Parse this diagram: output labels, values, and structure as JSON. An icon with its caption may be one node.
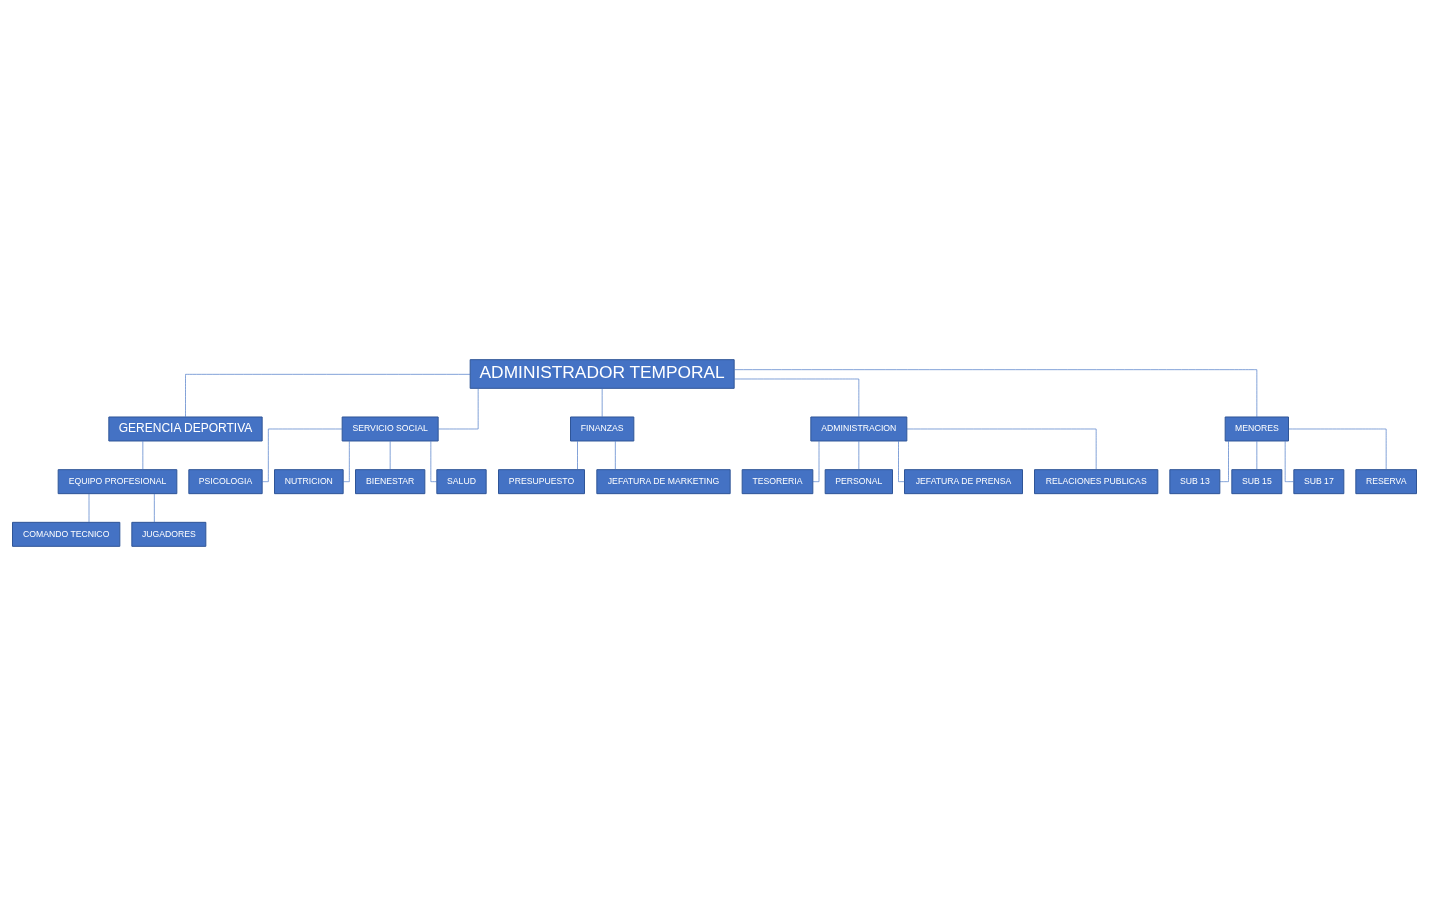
{
  "diagram": {
    "nodes": [
      {
        "text": [
          "ADMINISTRADOR TEMPORAL"
        ]
      },
      {
        "text": [
          "GERENCIA DEPORTIVA"
        ]
      },
      {
        "text": [
          "SERVICIO SOCIAL"
        ]
      },
      {
        "text": [
          "FINANZAS"
        ]
      },
      {
        "text": [
          "ADMINISTRACION"
        ]
      },
      {
        "text": [
          "MENORES"
        ]
      },
      {
        "text": [
          "EQUIPO PROFESIONAL"
        ]
      },
      {
        "text": [
          "PSICOLOGIA"
        ]
      },
      {
        "text": [
          "NUTRICION"
        ]
      },
      {
        "text": [
          "BIENESTAR"
        ]
      },
      {
        "text": [
          "SALUD"
        ]
      },
      {
        "text": [
          "PRESUPUESTO"
        ]
      },
      {
        "text": [
          "JEFATURA DE MARKETING"
        ]
      },
      {
        "text": [
          "TESORERIA"
        ]
      },
      {
        "text": [
          "PERSONAL"
        ]
      },
      {
        "text": [
          "JEFATURA DE PRENSA"
        ]
      },
      {
        "text": [
          "RELACIONES PUBLICAS"
        ]
      },
      {
        "text": [
          "SUB 13"
        ]
      },
      {
        "text": [
          "SUB 15"
        ]
      },
      {
        "text": [
          "SUB 17"
        ]
      },
      {
        "text": [
          "RESERVA"
        ]
      },
      {
        "text": [
          "COMANDO TECNICO"
        ]
      },
      {
        "text": [
          "JUGADORES"
        ]
      }
    ],
    "edges": [
      {
        "from": 0,
        "to": 1,
        "arrow": "none"
      },
      {
        "from": 0,
        "to": 2,
        "arrow": "none"
      },
      {
        "from": 0,
        "to": 3,
        "arrow": "none"
      },
      {
        "from": 0,
        "to": 4,
        "arrow": "none"
      },
      {
        "from": 0,
        "to": 5,
        "arrow": "none"
      },
      {
        "from": 1,
        "to": 6,
        "arrow": "none"
      },
      {
        "from": 2,
        "to": 7,
        "arrow": "none"
      },
      {
        "from": 2,
        "to": 8,
        "arrow": "none"
      },
      {
        "from": 2,
        "to": 9,
        "arrow": "none"
      },
      {
        "from": 2,
        "to": 10,
        "arrow": "none"
      },
      {
        "from": 3,
        "to": 11,
        "arrow": "none"
      },
      {
        "from": 3,
        "to": 12,
        "arrow": "none"
      },
      {
        "from": 4,
        "to": 13,
        "arrow": "none"
      },
      {
        "from": 4,
        "to": 14,
        "arrow": "none"
      },
      {
        "from": 4,
        "to": 15,
        "arrow": "none"
      },
      {
        "from": 4,
        "to": 16,
        "arrow": "none"
      },
      {
        "from": 5,
        "to": 17,
        "arrow": "none"
      },
      {
        "from": 5,
        "to": 18,
        "arrow": "none"
      },
      {
        "from": 5,
        "to": 19,
        "arrow": "none"
      },
      {
        "from": 5,
        "to": 20,
        "arrow": "none"
      },
      {
        "from": 6,
        "to": 21,
        "arrow": "none"
      },
      {
        "from": 6,
        "to": 22,
        "arrow": "none"
      }
    ]
  }
}
